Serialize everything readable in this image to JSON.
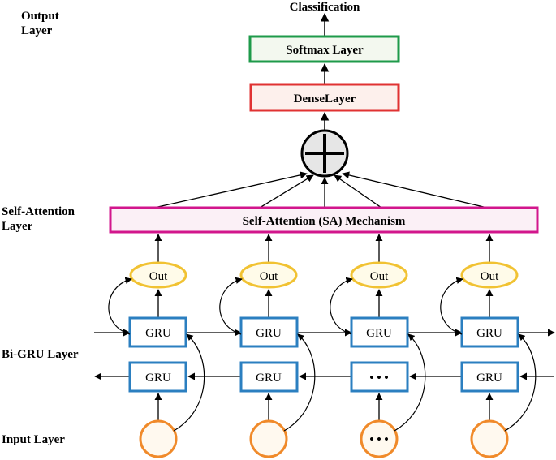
{
  "layers": {
    "output": "Output\nLayer",
    "self_attention": "Self-Attention\nLayer",
    "bigru": "Bi-GRU Layer",
    "input": "Input Layer"
  },
  "nodes": {
    "classification": "Classification",
    "softmax": "Softmax Layer",
    "dense": "DenseLayer",
    "sa_mechanism": "Self-Attention (SA) Mechanism",
    "out_label": "Out",
    "gru_label": "GRU",
    "ellipsis": "• • •"
  },
  "columns": [
    {
      "id": "c1",
      "forward": "GRU",
      "backward": "GRU",
      "input": ""
    },
    {
      "id": "c2",
      "forward": "GRU",
      "backward": "GRU",
      "input": ""
    },
    {
      "id": "c3",
      "forward": "GRU",
      "backward": "• • •",
      "input": "• • •"
    },
    {
      "id": "c4",
      "forward": "GRU",
      "backward": "GRU",
      "input": ""
    }
  ],
  "colors": {
    "softmax_border": "#1e9a4a",
    "softmax_fill": "#f3f8ef",
    "dense_border": "#e03232",
    "dense_fill": "#fdf0ec",
    "sa_border": "#d2168c",
    "sa_fill": "#fbf0f6",
    "gru_border": "#2b7fc0",
    "out_border": "#f1c232",
    "out_fill": "#fffbe9",
    "input_border": "#f08a2a",
    "input_fill": "#fff9ef",
    "sum_fill": "#e6e6e6"
  }
}
